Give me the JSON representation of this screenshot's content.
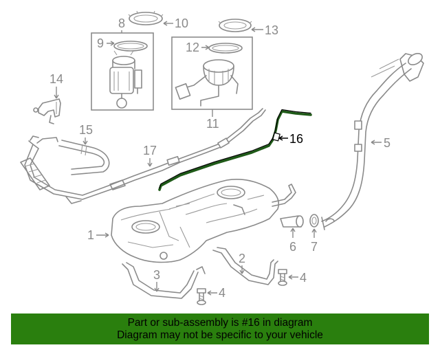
{
  "diagram": {
    "callouts": [
      {
        "id": "c1",
        "label": "1"
      },
      {
        "id": "c2",
        "label": "2"
      },
      {
        "id": "c3",
        "label": "3"
      },
      {
        "id": "c4a",
        "label": "4"
      },
      {
        "id": "c4b",
        "label": "4"
      },
      {
        "id": "c5",
        "label": "5"
      },
      {
        "id": "c6",
        "label": "6"
      },
      {
        "id": "c7",
        "label": "7"
      },
      {
        "id": "c8",
        "label": "8"
      },
      {
        "id": "c9",
        "label": "9"
      },
      {
        "id": "c10",
        "label": "10"
      },
      {
        "id": "c11",
        "label": "11"
      },
      {
        "id": "c12",
        "label": "12"
      },
      {
        "id": "c13",
        "label": "13"
      },
      {
        "id": "c14",
        "label": "14"
      },
      {
        "id": "c15",
        "label": "15"
      },
      {
        "id": "c16",
        "label": "16"
      },
      {
        "id": "c17",
        "label": "17"
      }
    ],
    "highlighted_part": "16",
    "colors": {
      "line_art": "#8a8a8a",
      "highlight": "#000000",
      "highlight_tube": "#1f5a18",
      "banner_bg": "#2a7f0e"
    }
  },
  "banner": {
    "line1": "Part or sub-assembly is #16 in diagram",
    "line2": "Diagram may not be specific to your vehicle"
  }
}
